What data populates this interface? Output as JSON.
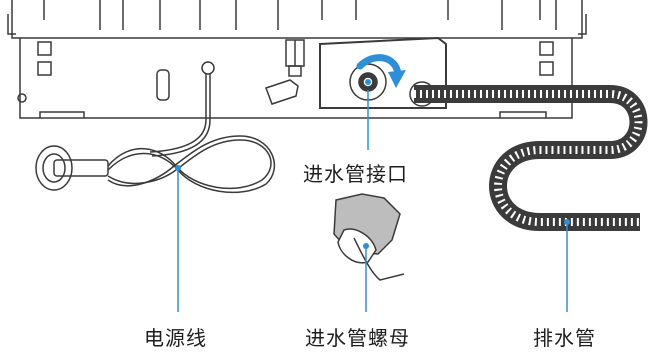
{
  "labels": {
    "inlet_port": "进水管接口",
    "power_cord": "电源线",
    "inlet_nut": "进水管螺母",
    "drain_hose": "排水管"
  },
  "colors": {
    "outline": "#3a3a3a",
    "callout_line": "#2f8fd6",
    "arrow": "#2f8fd6",
    "hose": "#3b3b3b",
    "cap_fill": "#bdbdbd",
    "text": "#1e1e1e"
  },
  "icons": {
    "rotation_arrow": "curved-arrow-clockwise"
  }
}
